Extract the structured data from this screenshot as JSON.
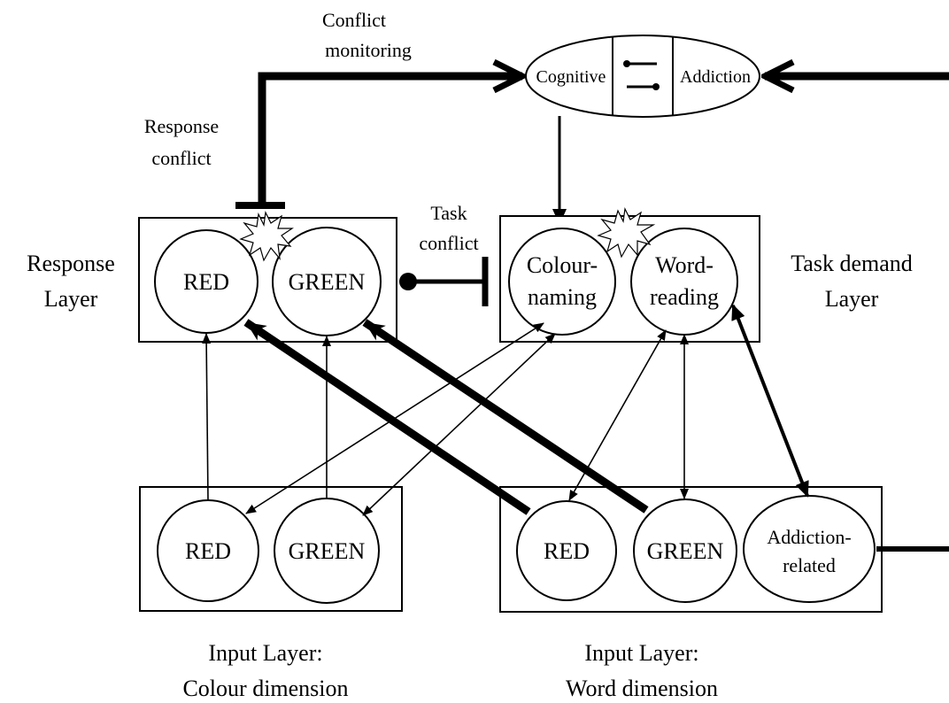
{
  "labels": {
    "conflict_monitoring_1": "Conflict",
    "conflict_monitoring_2": "monitoring",
    "response_conflict_1": "Response",
    "response_conflict_2": "conflict",
    "task_conflict_1": "Task",
    "task_conflict_2": "conflict",
    "response_layer_1": "Response",
    "response_layer_2": "Layer",
    "task_demand_layer_1": "Task demand",
    "task_demand_layer_2": "Layer",
    "input_colour_1": "Input Layer:",
    "input_colour_2": "Colour dimension",
    "input_word_1": "Input Layer:",
    "input_word_2": "Word dimension"
  },
  "control": {
    "cognitive": "Cognitive",
    "addiction": "Addiction"
  },
  "nodes": {
    "response_red": "RED",
    "response_green": "GREEN",
    "colour_naming_1": "Colour-",
    "colour_naming_2": "naming",
    "word_reading_1": "Word-",
    "word_reading_2": "reading",
    "input_colour_red": "RED",
    "input_colour_green": "GREEN",
    "input_word_red": "RED",
    "input_word_green": "GREEN",
    "addiction_related_1": "Addiction-",
    "addiction_related_2": "related"
  }
}
